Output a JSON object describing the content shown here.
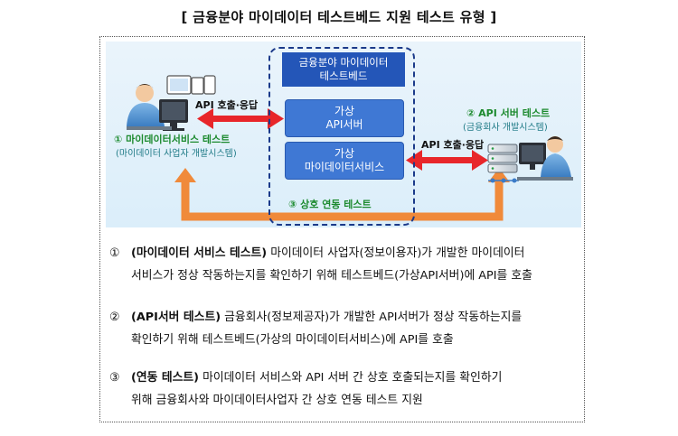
{
  "title": "[ 금융분야 마이데이터 테스트베드 지원 테스트 유형 ]",
  "diagram": {
    "testbed_header": [
      "금융분야 마이데이터",
      "테스트베드"
    ],
    "virtual_api_server": [
      "가상",
      "API서버"
    ],
    "virtual_mydata_service": [
      "가상",
      "마이데이터서비스"
    ],
    "interop_label": "③ 상호 연동 테스트",
    "left_arrow_label": "API 호출·응답",
    "right_arrow_label": "API 호출·응답",
    "service_test_label": "① 마이데이터서비스 테스트",
    "service_test_sub": "(마이데이터 사업자 개발시스템)",
    "api_server_test_label": "② API 서버 테스트",
    "api_server_test_sub": "(금융회사 개발시스템)"
  },
  "descriptions": [
    {
      "num": "①",
      "title": "(마이데이터 서비스 테스트)",
      "line1": "마이데이터 사업자(정보이용자)가 개발한 마이데이터",
      "line2": "서비스가 정상 작동하는지를 확인하기 위해 테스트베드(가상API서버)에 API를 호출"
    },
    {
      "num": "②",
      "title": "(API서버 테스트)",
      "line1": "금융회사(정보제공자)가 개발한 API서버가 정상 작동하는지를",
      "line2": "확인하기 위해 테스트베드(가상의 마이데이터서비스)에 API를 호출"
    },
    {
      "num": "③",
      "title": "(연동 테스트)",
      "line1": "마이데이터 서비스와 API 서버 간 상호 호출되는지를 확인하기",
      "line2": "위해 금융회사와 마이데이터사업자 간 상호 연동 테스트 지원"
    }
  ]
}
